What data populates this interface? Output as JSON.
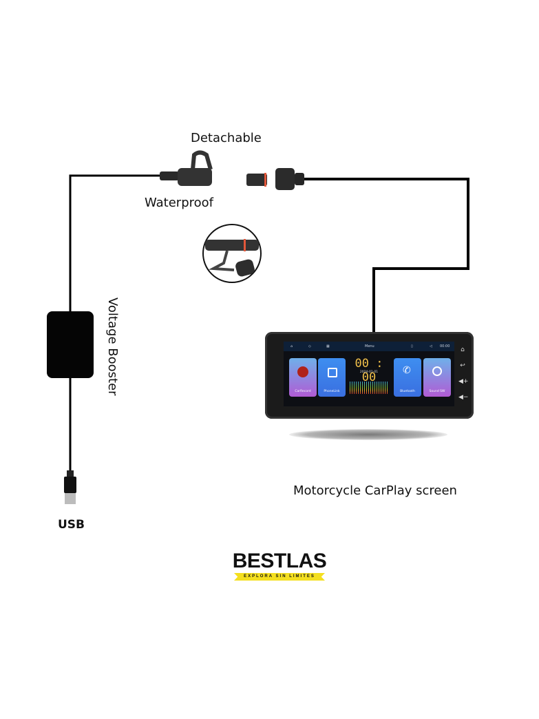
{
  "labels": {
    "detachable": "Detachable",
    "waterproof": "Waterproof",
    "voltage_booster": "Voltage Booster",
    "usb": "USB",
    "screen_caption": "Motorcycle CarPlay screen"
  },
  "device_screen": {
    "status_bar": {
      "title": "Menu",
      "time": "00:00"
    },
    "clock": "00 : 00",
    "date": "2024-01-01",
    "tiles": [
      {
        "label": "CarRecord",
        "icon": "camera-icon"
      },
      {
        "label": "PhoneLink",
        "icon": "phonelink-icon"
      },
      {
        "label": "Bluetooth",
        "icon": "phone-icon"
      },
      {
        "label": "Sound SW",
        "icon": "headphones-icon"
      }
    ],
    "side_buttons": [
      "home",
      "back",
      "volume-up",
      "volume-down"
    ]
  },
  "brand": {
    "name": "BESTLAS",
    "tagline": "EXPLORA SIN LIMITES",
    "band_color": "#f4df1f"
  }
}
